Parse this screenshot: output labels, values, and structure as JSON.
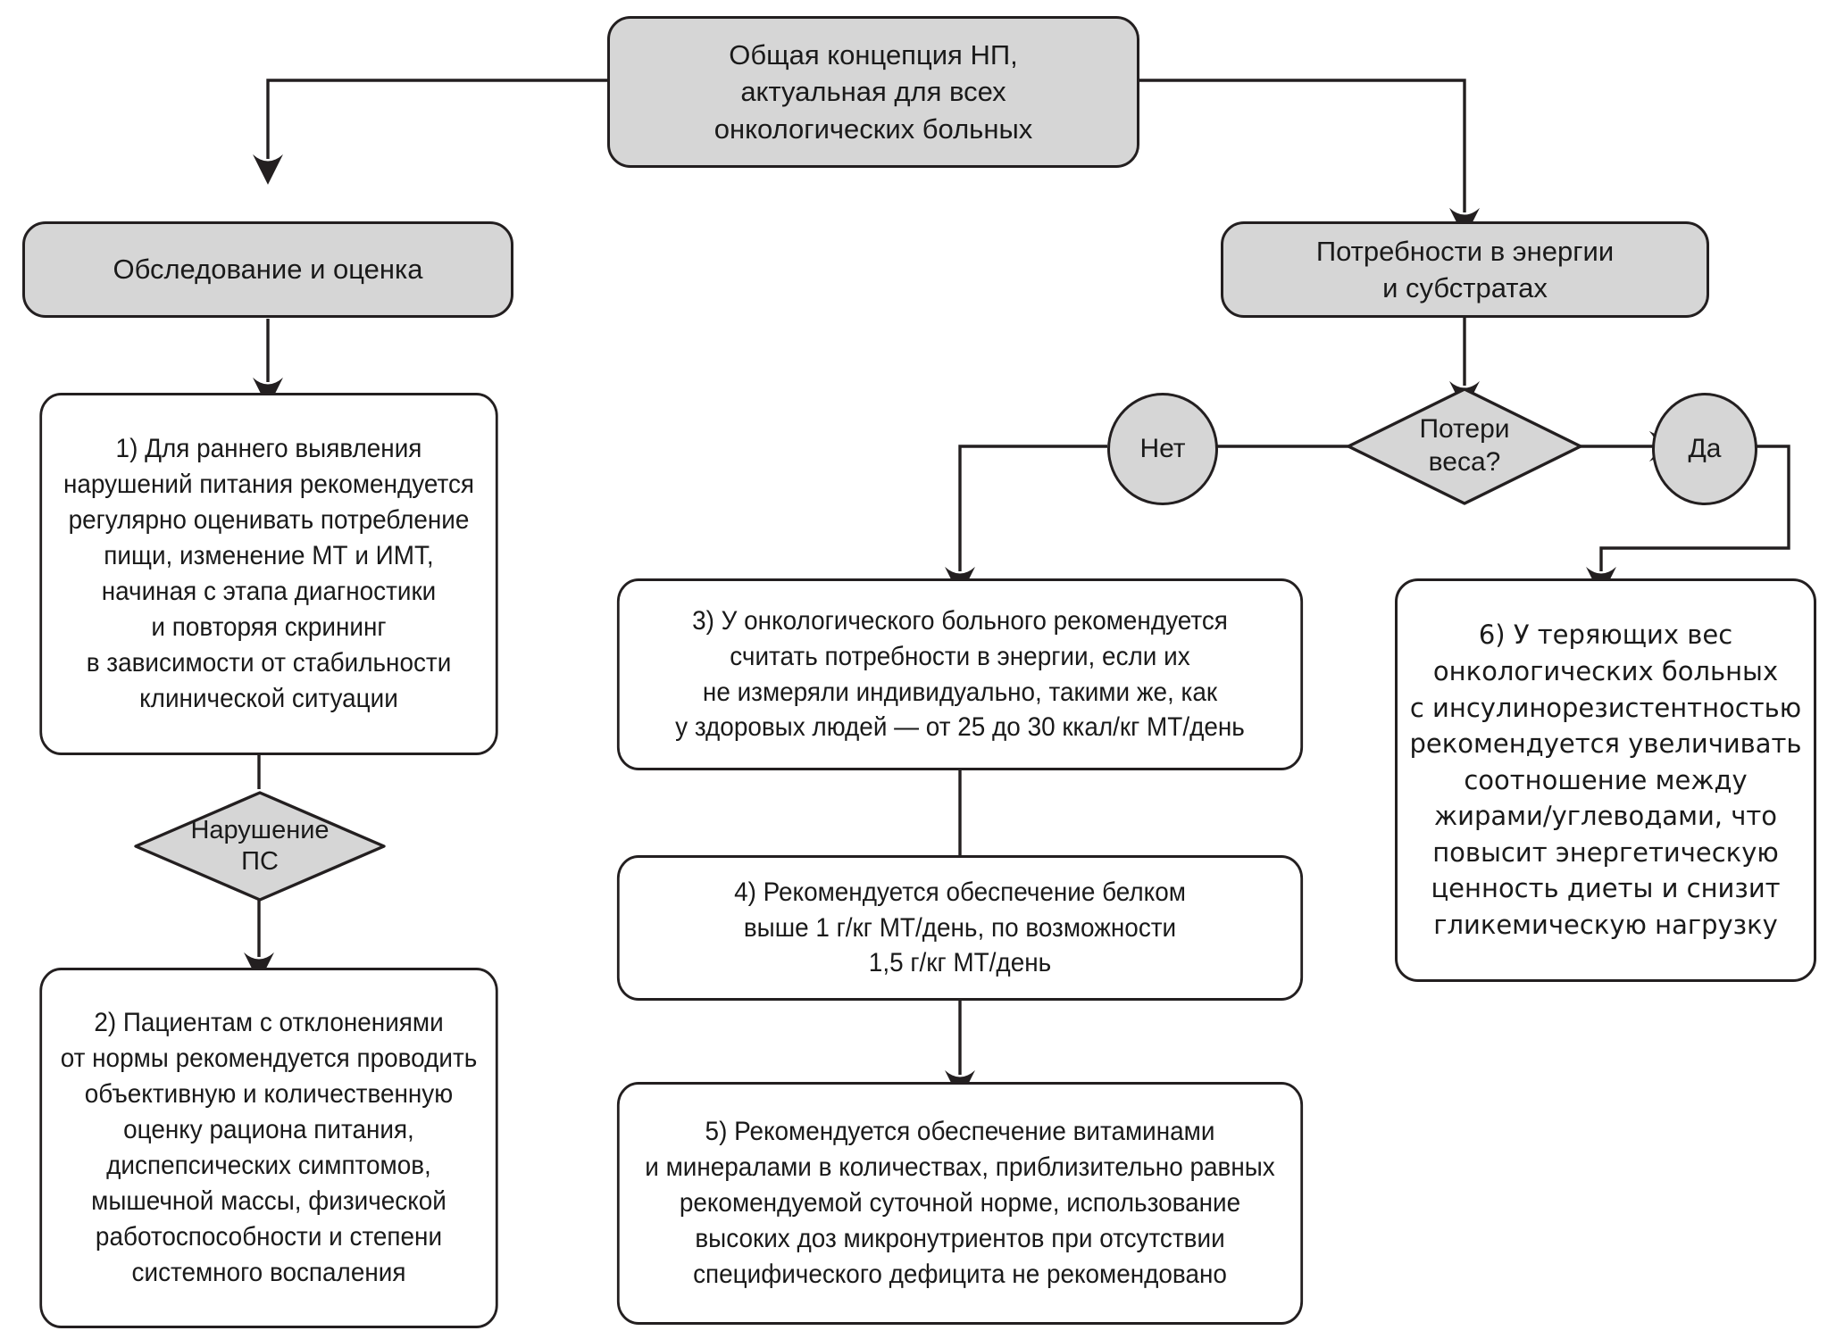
{
  "diagram": {
    "title": "Общая концепция нутритивной поддержки онкологических больных",
    "language": "ru",
    "colors": {
      "stroke": "#231f20",
      "grey_fill": "#d6d6d6",
      "white_fill": "#ffffff",
      "text": "#1a1a1a",
      "background": "#ffffff"
    }
  },
  "nodes": {
    "root": {
      "id": "root",
      "shape": "rounded-rect",
      "fill": "grey",
      "text": "Общая концепция НП,\nактуальная для всех\nонкологических больных"
    },
    "assessment": {
      "id": "assessment",
      "shape": "rounded-rect",
      "fill": "grey",
      "text": "Обследование и оценка"
    },
    "energy_needs": {
      "id": "energy_needs",
      "shape": "rounded-rect",
      "fill": "grey",
      "text": "Потребности в энергии\nи субстратах"
    },
    "weight_loss_decision": {
      "id": "weight_loss_decision",
      "shape": "diamond",
      "fill": "grey",
      "text": "Потери\nвеса?"
    },
    "no_branch": {
      "id": "no_branch",
      "shape": "ellipse",
      "fill": "grey",
      "text": "Нет"
    },
    "yes_branch": {
      "id": "yes_branch",
      "shape": "ellipse",
      "fill": "grey",
      "text": "Да"
    },
    "ps_disorder_decision": {
      "id": "ps_disorder_decision",
      "shape": "diamond",
      "fill": "grey",
      "text": "Нарушение\nПС"
    },
    "step1": {
      "id": "step1",
      "shape": "rounded-rect",
      "fill": "white",
      "text": "1) Для раннего выявления\nнарушений питания рекомендуется\nрегулярно оценивать потребление\nпищи, изменение МТ и ИМТ,\nначиная с этапа диагностики\nи повторяя скрининг\nв зависимости от стабильности\nклинической ситуации"
    },
    "step2": {
      "id": "step2",
      "shape": "rounded-rect",
      "fill": "white",
      "text": "2) Пациентам с отклонениями\nот нормы рекомендуется проводить\nобъективную и количественную\nоценку рациона питания,\nдиспепсических симптомов,\nмышечной массы, физической\nработоспособности и степени\nсистемного воспаления"
    },
    "step3": {
      "id": "step3",
      "shape": "rounded-rect",
      "fill": "white",
      "text": "3) У онкологического больного рекомендуется\nсчитать потребности в энергии, если их\nне измеряли индивидуально, такими же, как\nу здоровых людей — от 25 до 30 ккал/кг МТ/день"
    },
    "step4": {
      "id": "step4",
      "shape": "rounded-rect",
      "fill": "white",
      "text": "4) Рекомендуется обеспечение белком\nвыше 1 г/кг МТ/день, по возможности\n1,5 г/кг МТ/день"
    },
    "step5": {
      "id": "step5",
      "shape": "rounded-rect",
      "fill": "white",
      "text": "5) Рекомендуется обеспечение витаминами\nи минералами в количествах, приблизительно равных\nрекомендуемой суточной норме, использование\nвысоких доз микронутриентов при отсутствии\nспецифического дефицита не рекомендовано"
    },
    "step6": {
      "id": "step6",
      "shape": "rounded-rect",
      "fill": "white",
      "text": "6) У теряющих вес\nонкологических больных\nс инсулинорезистентностью\nрекомендуется увеличивать\nсоотношение между\nжирами/углеводами, что\nповысит энергетическую\nценность диеты и снизит\nгликемическую нагрузку"
    }
  },
  "edges": [
    {
      "from": "root",
      "to": "assessment",
      "label": ""
    },
    {
      "from": "root",
      "to": "energy_needs",
      "label": ""
    },
    {
      "from": "assessment",
      "to": "step1",
      "label": ""
    },
    {
      "from": "step1",
      "to": "ps_disorder_decision",
      "label": ""
    },
    {
      "from": "ps_disorder_decision",
      "to": "step2",
      "label": ""
    },
    {
      "from": "energy_needs",
      "to": "weight_loss_decision",
      "label": ""
    },
    {
      "from": "weight_loss_decision",
      "to": "no_branch",
      "label": "Нет"
    },
    {
      "from": "weight_loss_decision",
      "to": "yes_branch",
      "label": "Да"
    },
    {
      "from": "no_branch",
      "to": "step3",
      "label": ""
    },
    {
      "from": "step3",
      "to": "step4",
      "label": ""
    },
    {
      "from": "step4",
      "to": "step5",
      "label": ""
    },
    {
      "from": "yes_branch",
      "to": "step6",
      "label": ""
    }
  ]
}
